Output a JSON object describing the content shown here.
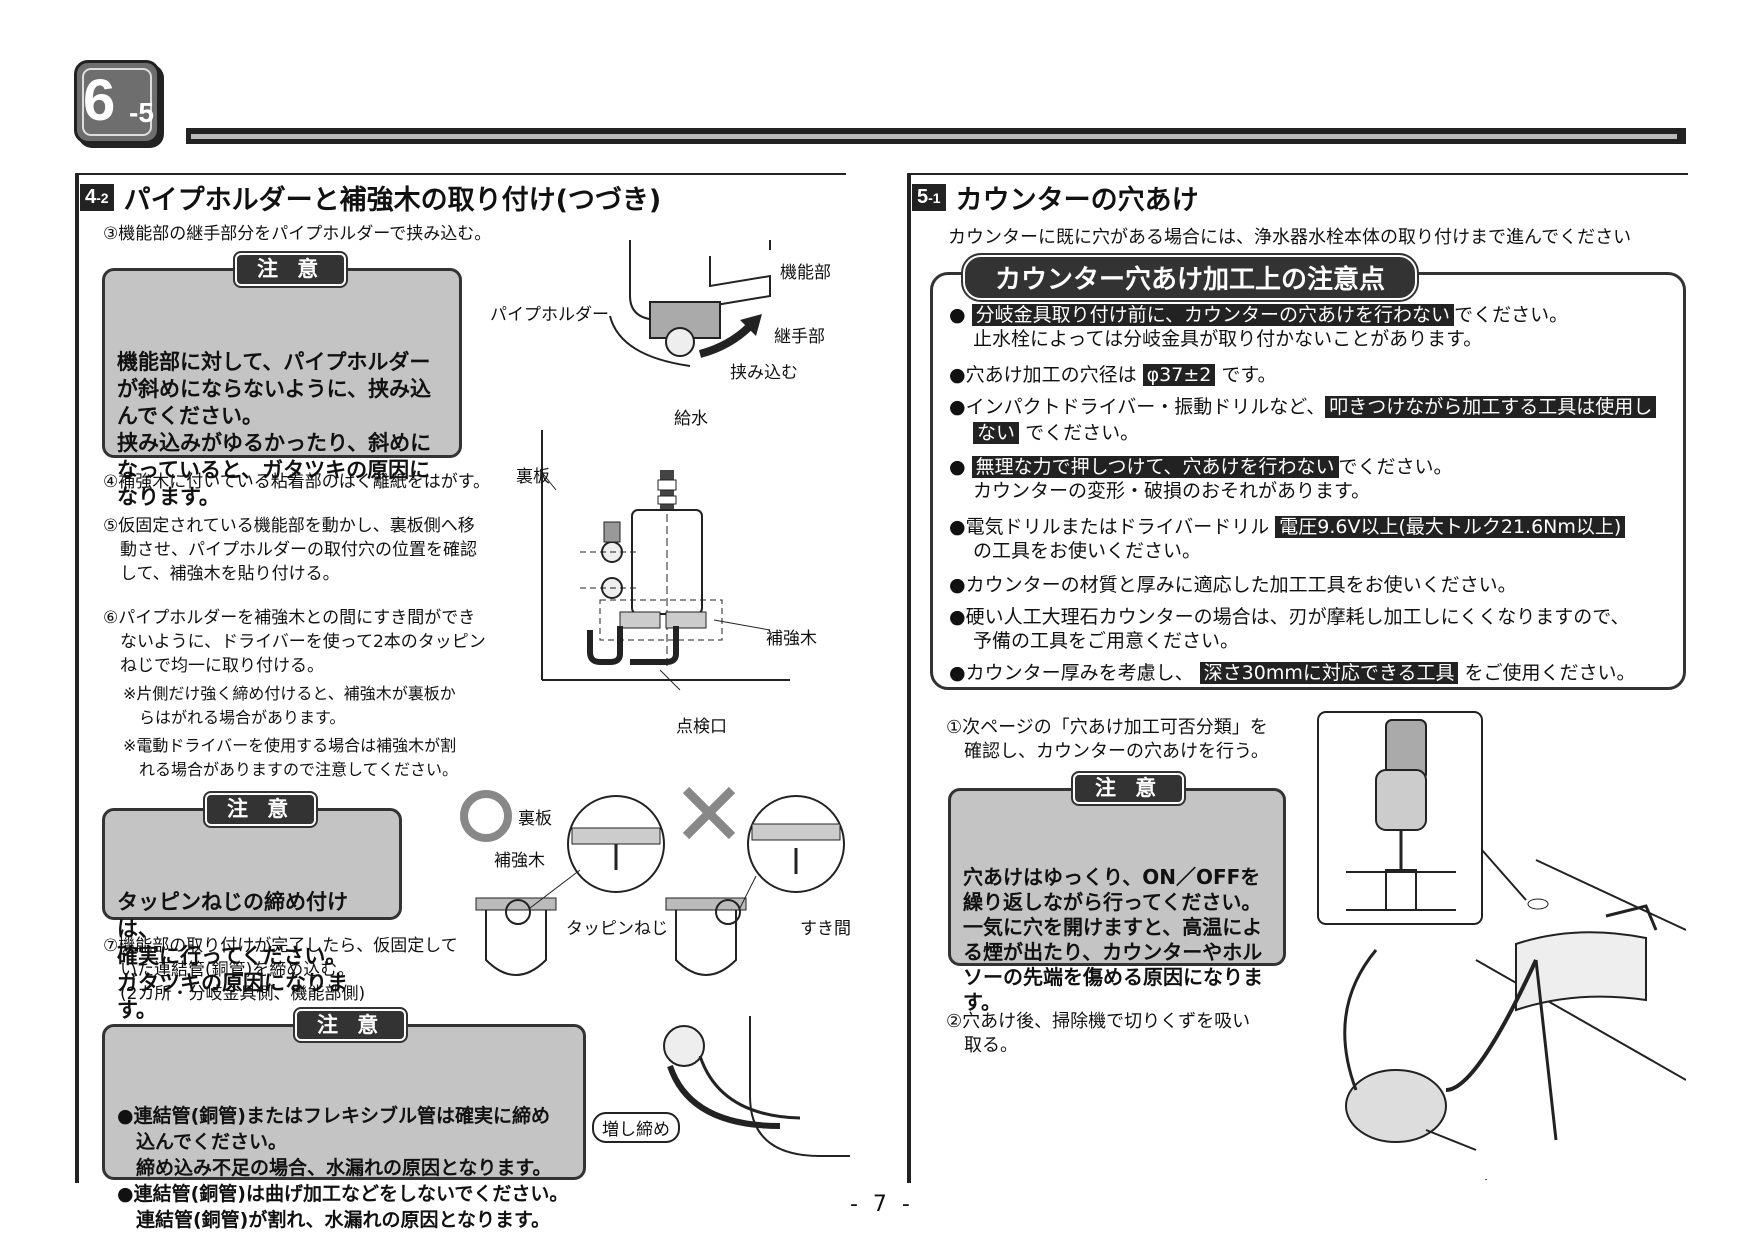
{
  "chapter": {
    "num": "6",
    "sub": "-5"
  },
  "left": {
    "sec_num": "4",
    "sec_sub": "-2",
    "title": "パイプホルダーと補強木の取り付け(つづき)",
    "step3": "③機能部の継手部分をパイプホルダーで挟み込む。",
    "caution_tag": "注 意",
    "caution1": "機能部に対して、パイプホルダー\nが斜めにならないように、挟み込\nんでください。\n挟み込みがゆるかったり、斜めに\nなっていると、ガタツキの原因に\nなります。",
    "step4": "④補強木に付いている粘着部のはく離紙をはがす。",
    "step5": "⑤仮固定されている機能部を動かし、裏板側へ移\n　動させ、パイプホルダーの取付穴の位置を確認\n　して、補強木を貼り付ける。",
    "step6": "⑥パイプホルダーを補強木との間にすき間ができ\n　ないように、ドライバーを使って2本のタッピン\n　ねじで均一に取り付ける。",
    "note6a": "※片側だけ強く締め付けると、補強木が裏板か\n　らはがれる場合があります。",
    "note6b": "※電動ドライバーを使用する場合は補強木が割\n　れる場合がありますので注意してください。",
    "caution2": "タッピンねじの締め付けは、\n確実に行ってください。\nガタツキの原因になります。",
    "step7": "⑦機能部の取り付けが完了したら、仮固定して\n　いた連結管(銅管)を締め込む。\n　(2カ所・分岐金具側、機能部側)",
    "caution3": "●連結管(銅管)またはフレキシブル管は確実に締め\n　込んでください。\n　締め込み不足の場合、水漏れの原因となります。\n●連結管(銅管)は曲げ加工などをしないでください。\n　連結管(銅管)が割れ、水漏れの原因となります。",
    "labels": {
      "kinoubu": "機能部",
      "pipe_holder": "パイプホルダー",
      "tsugite": "継手部",
      "hasamikomu": "挟み込む",
      "kyusui": "給水",
      "uraita": "裏板",
      "hokyogi": "補強木",
      "tenkenguchi": "点検口",
      "uraita2": "裏板",
      "hokyogi2": "補強木",
      "tapping": "タッピンねじ",
      "sukima": "すき間",
      "mashijime": "増し締め"
    }
  },
  "right": {
    "sec_num": "5",
    "sec_sub": "-1",
    "title": "カウンターの穴あけ",
    "intro": "カウンターに既に穴がある場合には、浄水器水栓本体の取り付けまで進んでください",
    "box_tag": "カウンター穴あけ加工上の注意点",
    "n1a": "分岐金具取り付け前に、カウンターの穴あけを行わない",
    "n1b": "でください。",
    "n1c": "止水栓によっては分岐金具が取り付かないことがあります。",
    "n2a": "●穴あけ加工の穴径は",
    "n2b": "φ37±2",
    "n2c": "です。",
    "n3a": "●インパクトドライバー・振動ドリルなど、",
    "n3b": "叩きつけながら加工する工具は使用し",
    "n3c": "ない",
    "n3d": "でください。",
    "n4a": "無理な力で押しつけて、穴あけを行わない",
    "n4b": "でください。",
    "n4c": "カウンターの変形・破損のおそれがあります。",
    "n5a": "●電気ドリルまたはドライバードリル",
    "n5b": "電圧9.6V以上(最大トルク21.6Nm以上)",
    "n5c": "の工具をお使いください。",
    "n6": "●カウンターの材質と厚みに適応した加工工具をお使いください。",
    "n7a": "●硬い人工大理石カウンターの場合は、刃が摩耗し加工しにくくなりますので、",
    "n7b": "予備の工具をご用意ください。",
    "n8a": "●カウンター厚みを考慮し、",
    "n8b": "深さ30mmに対応できる工具",
    "n8c": "をご使用ください。",
    "step1": "①次ページの「穴あけ加工可否分類」を\n　確認し、カウンターの穴あけを行う。",
    "caution_tag": "注 意",
    "caution": "穴あけはゆっくり、ON／OFFを\n繰り返しながら行ってください。\n一気に穴を開けますと、高温によ\nる煙が出たり、カウンターやホル\nソーの先端を傷める原因になりま\nす。",
    "step2": "②穴あけ後、掃除機で切りくずを吸い\n　取る。"
  },
  "page": "- 7 -"
}
